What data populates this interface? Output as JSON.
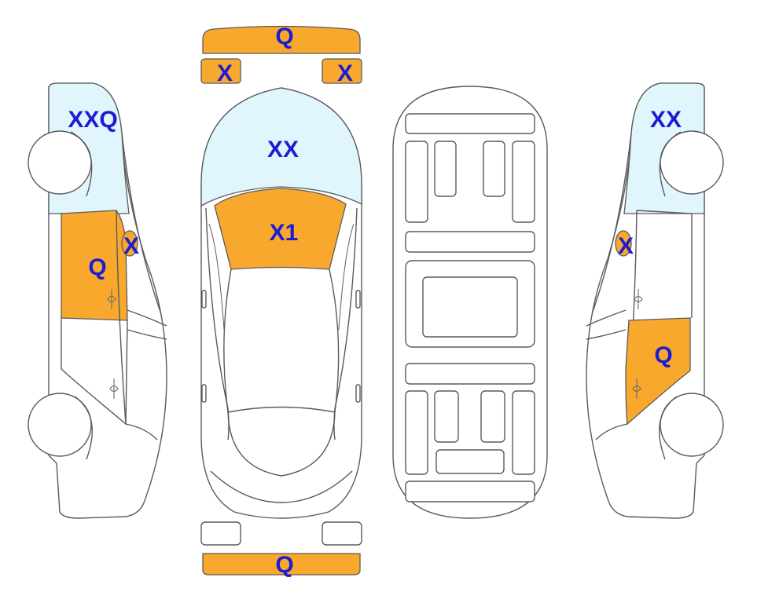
{
  "colors": {
    "damaged": "#F9A82E",
    "glass": "#E0F6FC",
    "label": "#1C1CD2",
    "outline": "#5a5a5a"
  },
  "labels": {
    "front_bumper": "Q",
    "front_left_light": "X",
    "front_right_light": "X",
    "windshield": "XX",
    "hood": "X1",
    "rear_bumper": "Q",
    "left_glass": "XXQ",
    "left_front_door": "Q",
    "left_mirror": "X",
    "right_glass": "XX",
    "right_mirror": "X",
    "right_rear_door": "Q"
  }
}
